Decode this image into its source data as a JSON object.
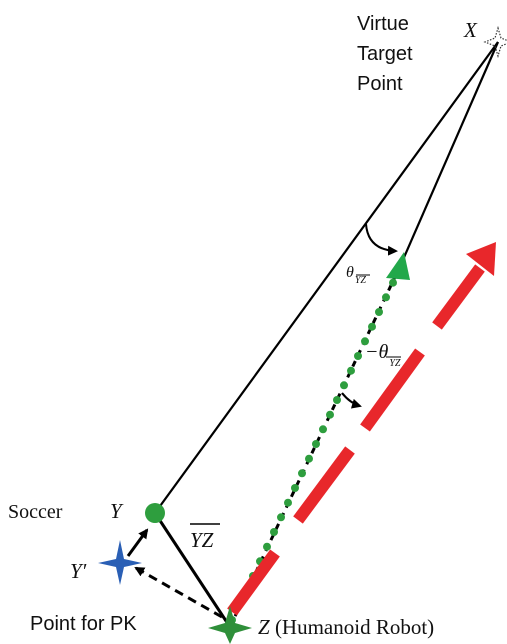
{
  "labels": {
    "virtue_line1": "Virtue",
    "virtue_line2": "Target",
    "virtue_line3": "Point",
    "x_point": "X",
    "soccer": "Soccer",
    "y_point": "Y",
    "y_prime": "Y′",
    "segment_yz": "YZ",
    "point_for_pk": "Point for PK",
    "z_point": "Z",
    "humanoid_robot": " (Humanoid Robot)",
    "theta": "θ",
    "theta_sub": "YZ",
    "neg_theta": "−θ",
    "neg_theta_sub": "YZ"
  },
  "colors": {
    "line": "#000000",
    "green_dot": "#2e9e3e",
    "green_arrow": "#22a84a",
    "red_arrow": "#e8272b",
    "blue_star": "#2a5fb5",
    "green_star": "#2f8f3a"
  },
  "icons": {
    "target": "dotted-star-icon",
    "soccer_ball": "green-dot-icon",
    "pk_point": "blue-star-icon",
    "robot": "green-star-icon"
  }
}
